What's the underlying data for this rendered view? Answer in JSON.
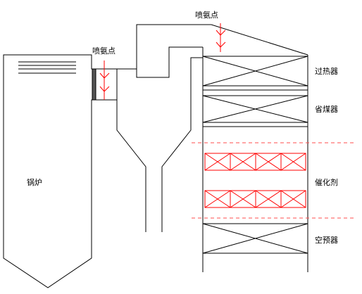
{
  "labels": {
    "ammonia_top": "喷氨点",
    "ammonia_left": "喷氨点",
    "boiler": "锅炉",
    "superheater": "过热器",
    "economizer": "省煤器",
    "catalyst": "催化剂",
    "air_preheater": "空预器"
  },
  "colors": {
    "outline": "#000000",
    "catalyst": "#ff0000",
    "dashed_line": "#ff4d4d"
  }
}
